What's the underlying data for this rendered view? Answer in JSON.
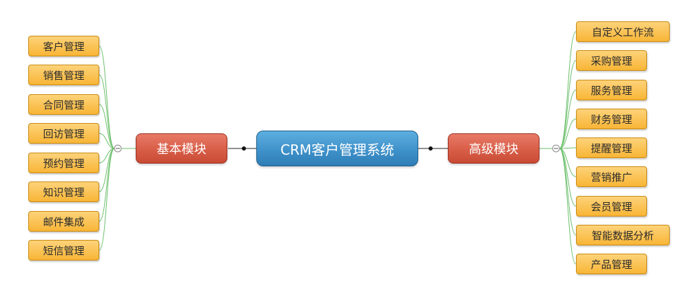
{
  "mindmap": {
    "root": "CRM客户管理系统",
    "left_branch": {
      "label": "基本模块",
      "children": [
        "客户管理",
        "销售管理",
        "合同管理",
        "回访管理",
        "预约管理",
        "知识管理",
        "邮件集成",
        "短信管理"
      ]
    },
    "right_branch": {
      "label": "高级模块",
      "children": [
        "自定义工作流",
        "采购管理",
        "服务管理",
        "财务管理",
        "提醒管理",
        "营销推广",
        "会员管理",
        "智能数据分析",
        "产品管理"
      ]
    },
    "colors": {
      "root": "#3d8fc8",
      "branch": "#d65b45",
      "leaf": "#f8b536",
      "connector": "#6bbf6b"
    }
  }
}
